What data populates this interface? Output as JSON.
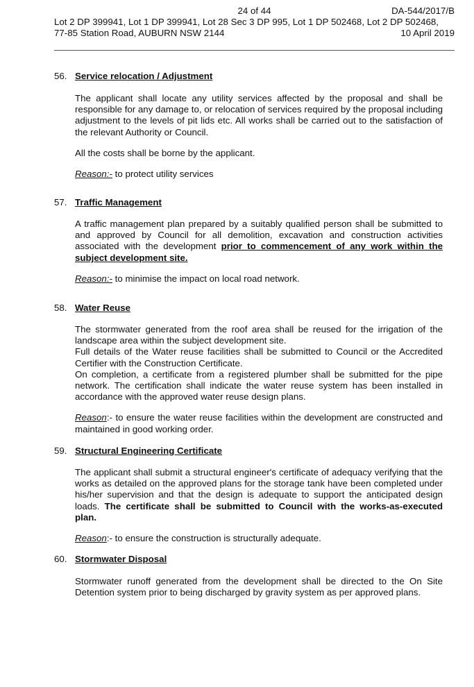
{
  "header": {
    "page": "24 of 44",
    "ref": "DA-544/2017/B",
    "address_line1": "Lot 2 DP 399941, Lot 1 DP 399941, Lot 28 Sec 3 DP 995, Lot 1 DP 502468, Lot 2 DP 502468,",
    "address_line2": "77-85 Station Road, AUBURN NSW 2144",
    "date": "10 April 2019"
  },
  "sections": [
    {
      "number": "56.",
      "title": "Service relocation / Adjustment",
      "p1": "The applicant shall locate any utility services affected by the proposal and shall be responsible for any damage to, or relocation of services required by the proposal including adjustment to the levels of pit lids etc. All works shall be carried out to the satisfaction of the relevant Authority or Council.",
      "p2": "All the costs shall be borne by the applicant.",
      "reason_label": "Reason:-",
      "reason_text": " to protect utility services"
    },
    {
      "number": "57.",
      "title": "Traffic Management",
      "p1": "A traffic management plan prepared by a suitably qualified person shall be submitted to and approved by Council for all demolition, excavation and construction activities associated with the development ",
      "p1_bold": "prior to commencement of any work within the subject development site.",
      "reason_label": "Reason:-",
      "reason_text": " to minimise the impact on local road network."
    },
    {
      "number": "58.",
      "title": "Water Reuse",
      "p1": "The stormwater generated from the roof area shall be reused for the irrigation of the landscape area within the subject development site.",
      "p2": "Full details of the Water reuse facilities shall be submitted to Council or the Accredited Certifier with the Construction Certificate.",
      "p3": "On completion, a certificate from a registered plumber shall be submitted for the pipe network. The certification shall indicate the water reuse system has been installed in accordance with the approved water reuse design plans.",
      "reason_label": "Reason",
      "reason_text": ":- to ensure the water reuse facilities within the development are constructed and maintained in good working order."
    },
    {
      "number": "59.",
      "title": "Structural Engineering Certificate",
      "p1": "The applicant shall submit a structural engineer's certificate of adequacy verifying that the works as detailed on the approved plans for the storage tank have been completed under his/her supervision and that the design is adequate to support the anticipated design loads. ",
      "p1_bold": "The certificate shall be submitted to Council with the works-as-executed plan.",
      "reason_label": "Reason",
      "reason_text": ":-  to ensure the construction is structurally adequate."
    },
    {
      "number": "60.",
      "title": "Stormwater Disposal",
      "p1": "Stormwater runoff generated from the development shall be directed to the On Site Detention system prior to being discharged by gravity system as per approved plans."
    }
  ]
}
